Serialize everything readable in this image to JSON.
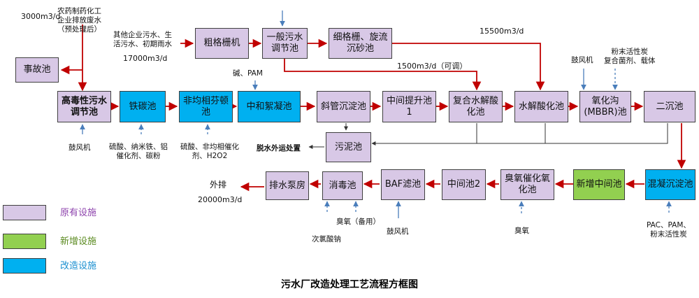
{
  "title": "污水厂改造处理工艺流程方框图",
  "colors": {
    "existing": "#d8c8e6",
    "new": "#92d050",
    "modified": "#00b0f0",
    "flow_arrow": "#c00000",
    "dashed_arrow": "#4a7ebb"
  },
  "units": {
    "shigu": "事故池",
    "gaodu": "高毒性污水调节池",
    "tietan": "铁碳池",
    "feijun": "非均相芬顿池",
    "cugege": "粗格栅机",
    "yiban": "一般污水调节池",
    "xigege": "细格栅、旋流沉砂池",
    "zhonghe": "中和絮凝池",
    "xieguan": "斜管沉淀池",
    "tisheng1": "中间提升池1",
    "fuhe": "复合水解酸化池",
    "shuijie": "水解酸化池",
    "yanghua": "氧化沟(MBBR)池",
    "erchen": "二沉池",
    "wuni": "污泥池",
    "hunning": "混凝沉淀池",
    "xinzeng": "新增中间池",
    "chouyang_cuihua": "臭氧催化氧化池",
    "zhongjian2": "中间池2",
    "baf": "BAF滤池",
    "xiaodu": "消毒池",
    "paishui": "排水泵房"
  },
  "notes": {
    "flow_3000": "3000m3/d",
    "pesticide": [
      "农药制药化工",
      "企业排放废水",
      "（预处理后）"
    ],
    "other_sources": [
      "其他企业污水、生",
      "活污水、初期雨水"
    ],
    "flow_17000": "17000m3/d",
    "flow_15500": "15500m3/d",
    "flow_1500": "1500m3/d（可调）",
    "alkali_pam": "碱、PAM",
    "blower_left": "鼓风机",
    "tietan_chem": [
      "硫酸、纳米铁、铝",
      "催化剂、碳粉"
    ],
    "fenton_chem": [
      "硫酸、非均相催化",
      "剂、H2O2"
    ],
    "sludge_out": "脱水外运处置",
    "blower_mid": "鼓风机",
    "carbon_agents": [
      "粉末活性炭",
      "复合菌剂、载体"
    ],
    "coag_chem": [
      "PAC、PAM、",
      "粉末活性炭"
    ],
    "ozone": "臭氧",
    "ozone_backup": "臭氧（备用）",
    "hypochlorite": "次氯酸钠",
    "blower_baf": "鼓风机",
    "discharge": "外排",
    "flow_20000": "20000m3/d"
  },
  "legend": [
    {
      "label": "原有设施",
      "color": "#d8c8e6",
      "text_color": "#8e44ad"
    },
    {
      "label": "新增设施",
      "color": "#92d050",
      "text_color": "#5a8a1f"
    },
    {
      "label": "改造设施",
      "color": "#00b0f0",
      "text_color": "#1a8fd0"
    }
  ]
}
